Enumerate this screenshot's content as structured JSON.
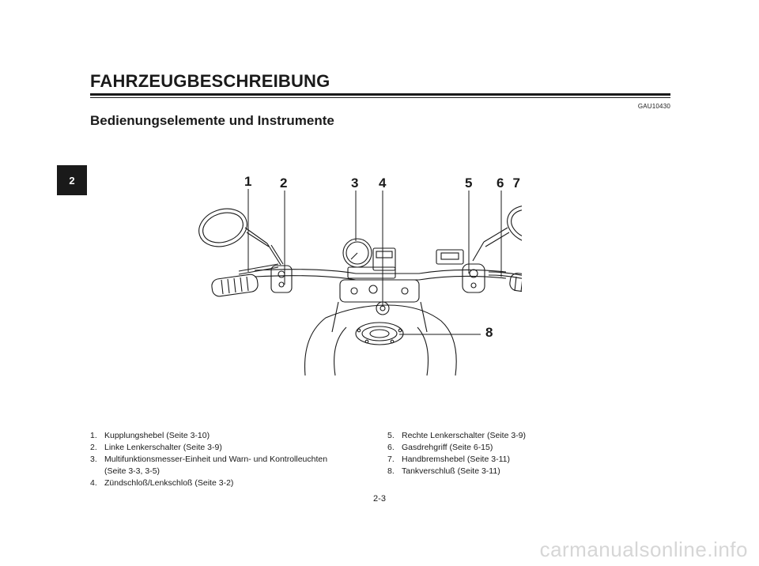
{
  "header": {
    "chapter_title": "FAHRZEUGBESCHREIBUNG",
    "section_title": "Bedienungselemente und Instrumente",
    "doc_code": "GAU10430"
  },
  "chapter_tab": {
    "label": "2"
  },
  "figure": {
    "callouts": [
      "1",
      "2",
      "3",
      "4",
      "5",
      "6",
      "7",
      "8"
    ]
  },
  "legend": {
    "left": [
      {
        "num": "1.",
        "text": "Kupplungshebel (Seite 3-10)"
      },
      {
        "num": "2.",
        "text": "Linke Lenkerschalter (Seite 3-9)"
      },
      {
        "num": "3.",
        "text": "Multifunktionsmesser-Einheit und Warn- und Kontrolleuchten",
        "continuation": "(Seite 3-3, 3-5)"
      },
      {
        "num": "4.",
        "text": "Zündschloß/Lenkschloß (Seite 3-2)"
      }
    ],
    "right": [
      {
        "num": "5.",
        "text": "Rechte Lenkerschalter (Seite 3-9)"
      },
      {
        "num": "6.",
        "text": "Gasdrehgriff (Seite 6-15)"
      },
      {
        "num": "7.",
        "text": "Handbremshebel (Seite 3-11)"
      },
      {
        "num": "8.",
        "text": "Tankverschluß (Seite 3-11)"
      }
    ]
  },
  "page_number": "2-3",
  "watermark": "carmanualsonline.info"
}
